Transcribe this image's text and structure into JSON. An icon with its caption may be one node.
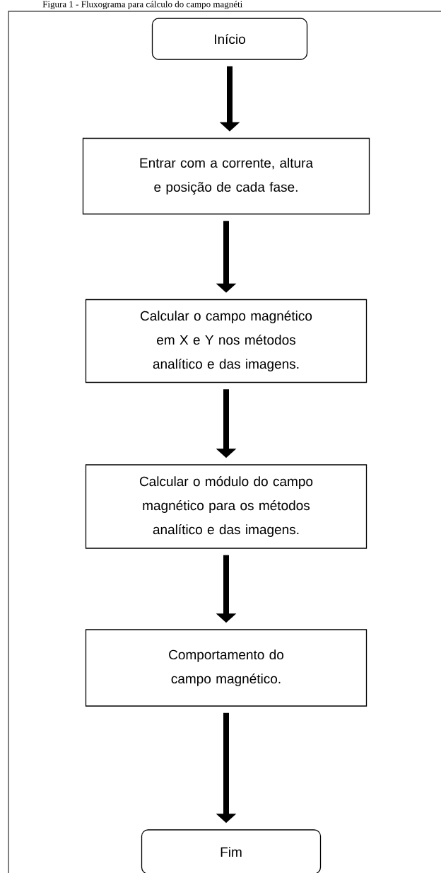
{
  "diagram": {
    "title": "Figura 1 - Fluxograma para cálculo do campo magnéti",
    "nodes": [
      {
        "text": [
          "Início"
        ]
      },
      {
        "text": [
          "Entrar com a corrente, altura e posição de cada fase."
        ]
      },
      {
        "text": [
          "Calcular o campo magnético em X e Y nos métodos analítico e das imagens."
        ]
      },
      {
        "text": [
          "Calcular o módulo do campo magnético para os métodos analítico e das imagens."
        ]
      },
      {
        "text": [
          "Comportamento do campo magnético."
        ]
      },
      {
        "text": [
          "Fim"
        ]
      }
    ],
    "edges": [
      {
        "from": 0,
        "to": 1,
        "arrow": "to"
      },
      {
        "from": 1,
        "to": 2,
        "arrow": "to"
      },
      {
        "from": 2,
        "to": 3,
        "arrow": "to"
      },
      {
        "from": 3,
        "to": 4,
        "arrow": "to"
      },
      {
        "from": 4,
        "to": 5,
        "arrow": "to"
      }
    ]
  }
}
